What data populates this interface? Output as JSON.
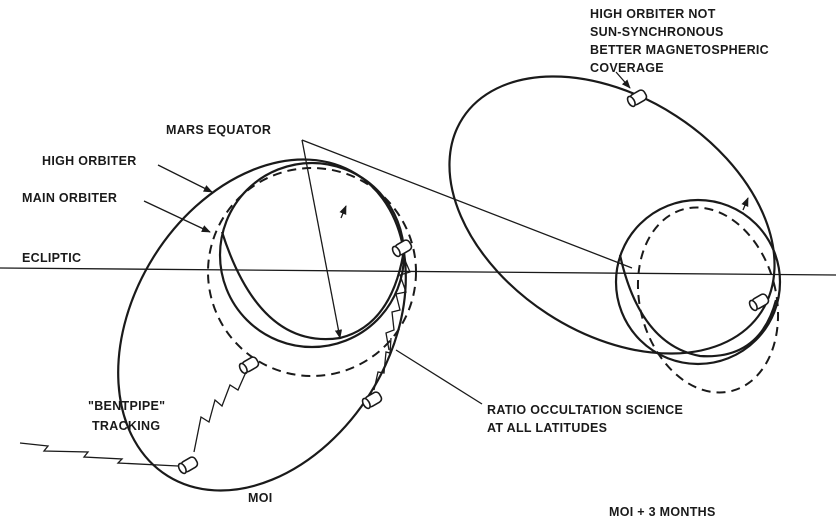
{
  "labels": {
    "high_orbiter": "HIGH ORBITER",
    "main_orbiter": "MAIN ORBITER",
    "mars_equator": "MARS EQUATOR",
    "ecliptic": "ECLIPTIC",
    "bentpipe_line1": "\"BENTPIPE\"",
    "bentpipe_line2": "TRACKING",
    "radio_line1": "RATIO OCCULTATION SCIENCE",
    "radio_line2": "AT ALL LATITUDES",
    "note_line1": "HIGH ORBITER NOT",
    "note_line2": "SUN-SYNCHRONOUS",
    "note_line3": "BETTER MAGNETOSPHERIC",
    "note_line4": "COVERAGE",
    "caption_left": "MOI",
    "caption_right": "MOI + 3 MONTHS"
  }
}
